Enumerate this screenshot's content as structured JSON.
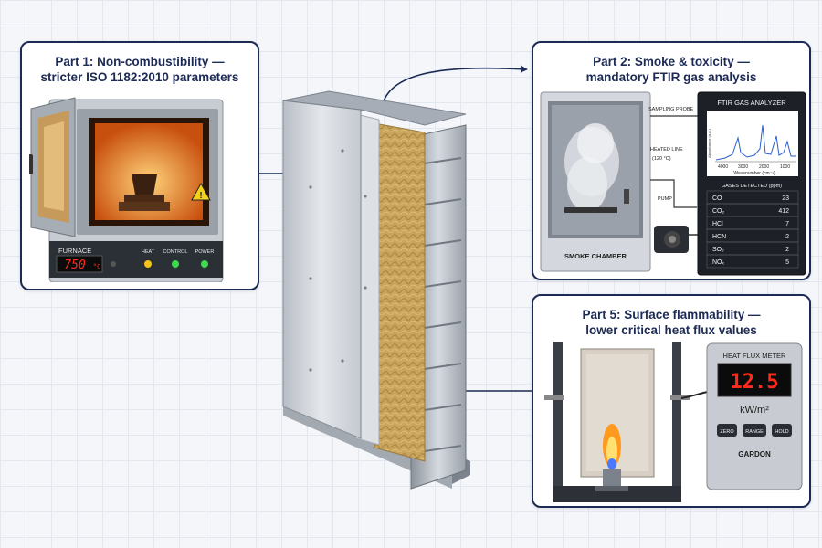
{
  "panels": {
    "part1": {
      "title_line1": "Part 1: Non-combustibility —",
      "title_line2": "stricter ISO 1182:2010 parameters",
      "furnace": {
        "label": "FURNACE",
        "temperature": "750",
        "unit": "°C",
        "buttons": [
          "HEAT",
          "CONTROL",
          "POWER"
        ]
      }
    },
    "part2": {
      "title_line1": "Part 2: Smoke & toxicity —",
      "title_line2": "mandatory FTIR gas analysis",
      "chamber_label": "SMOKE CHAMBER",
      "sampling_probe": "SAMPLING PROBE",
      "heated_line": "HEATED LINE",
      "heated_line_temp": "(120 °C)",
      "pump": "PUMP",
      "analyzer": {
        "title": "FTIR GAS ANALYZER",
        "y_axis_label": "Absorbance (a.u.)",
        "x_ticks": [
          "4000",
          "3000",
          "2000",
          "1000"
        ],
        "x_axis_label": "Wavenumber (cm⁻¹)",
        "gases_title": "GASES DETECTED (ppm)",
        "gases": [
          {
            "name": "CO",
            "value": "23"
          },
          {
            "name": "CO₂",
            "value": "412"
          },
          {
            "name": "HCl",
            "value": "7"
          },
          {
            "name": "HCN",
            "value": "2"
          },
          {
            "name": "SO₂",
            "value": "2"
          },
          {
            "name": "NOₓ",
            "value": "5"
          }
        ]
      }
    },
    "part5": {
      "title_line1": "Part 5: Surface flammability —",
      "title_line2": "lower critical heat flux values",
      "meter": {
        "title": "HEAT FLUX METER",
        "value": "12.5",
        "unit": "kW/m²",
        "buttons": [
          "ZERO",
          "RANGE",
          "HOLD"
        ],
        "brand": "GARDON"
      }
    }
  },
  "colors": {
    "navy": "#1c2a55",
    "panel_fill": "#ffffff",
    "led_red": "#ff2a1a",
    "insulation": "#c9a45c",
    "metal": "#c9ced6"
  }
}
